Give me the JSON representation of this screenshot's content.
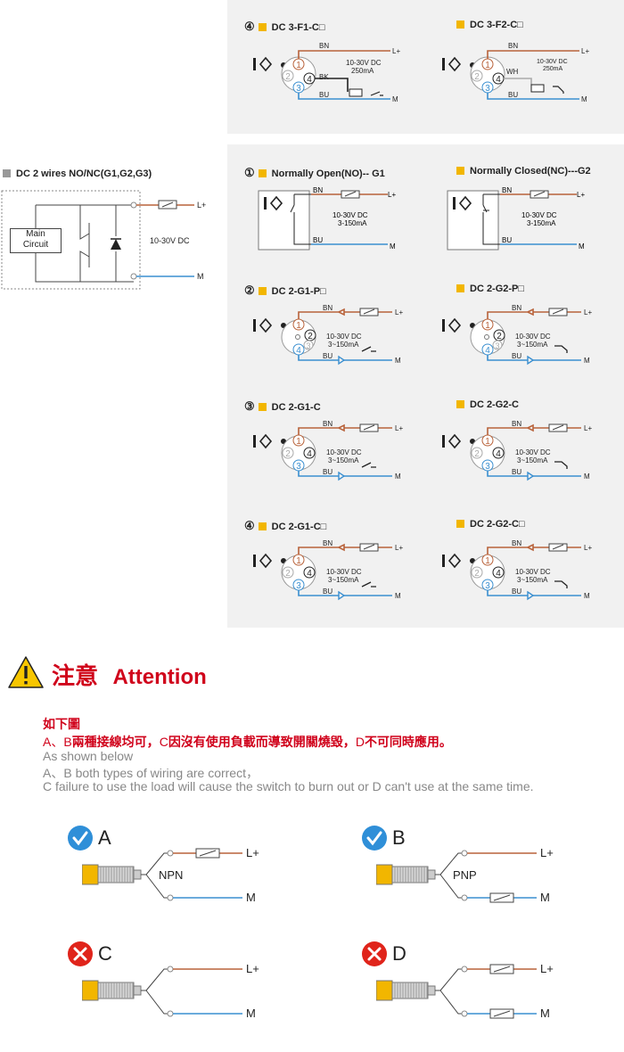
{
  "top_panel": {
    "left": {
      "num": "④",
      "title": "DC 3-F1-C□",
      "bn": "BN",
      "bk": "BK",
      "bu": "BU",
      "lplus": "L+",
      "m": "M",
      "volt": "10-30V DC",
      "amp": "250mA"
    },
    "right": {
      "title": "DC 3-F2-C□",
      "bn": "BN",
      "wh": "WH",
      "bu": "BU",
      "lplus": "L+",
      "m": "M",
      "volt": "10-30V DC",
      "amp": "250mA"
    }
  },
  "left_block": {
    "title": "DC 2 wires NO/NC(G1,G2,G3)",
    "main": "Main",
    "circuit": "Circuit",
    "volt": "10-30V DC",
    "lplus": "L+",
    "m": "M"
  },
  "g1": {
    "num": "①",
    "left_title": "Normally Open(NO)-- G1",
    "right_title": "Normally Closed(NC)---G2",
    "bn": "BN",
    "bu": "BU",
    "lplus": "L+",
    "m": "M",
    "volt": "10-30V DC",
    "amp": "3-150mA"
  },
  "rows": [
    {
      "num": "②",
      "left_title": "DC 2-G1-P□",
      "right_title": "DC 2-G2-P□",
      "bn": "BN",
      "bu": "BU",
      "lplus": "L+",
      "m": "M",
      "volt": "10-30V DC",
      "amp": "3~150mA"
    },
    {
      "num": "③",
      "left_title": "DC 2-G1-C",
      "right_title": "DC 2-G2-C",
      "bn": "BN",
      "bu": "BU",
      "lplus": "L+",
      "m": "M",
      "volt": "10-30V DC",
      "amp": "3~150mA"
    },
    {
      "num": "④",
      "left_title": "DC 2-G1-C□",
      "right_title": "DC 2-G2-C□",
      "bn": "BN",
      "bu": "BU",
      "lplus": "L+",
      "m": "M",
      "volt": "10-30V DC",
      "amp": "3~150mA"
    }
  ],
  "pins": {
    "p1": "1",
    "p2": "2",
    "p3": "3",
    "p4": "4"
  },
  "attention": {
    "zh": "注意",
    "en": "Attention",
    "line1": "如下圖",
    "line2_a": "A、B",
    "line2_b": "兩種接線均可，",
    "line2_c": "C",
    "line2_d": "因沒有使用負載而導致開關燒毀，",
    "line2_e": "D",
    "line2_f": "不可同時應用。",
    "en1": "As shown below",
    "en2": "A、B both types of wiring are correct，",
    "en3": "C failure to use the load will cause the switch to burn out or D can't use at the same time."
  },
  "examples": [
    {
      "letter": "A",
      "type": "NPN",
      "lplus": "L+",
      "m": "M"
    },
    {
      "letter": "B",
      "type": "PNP",
      "lplus": "L+",
      "m": "M"
    },
    {
      "letter": "C",
      "lplus": "L+",
      "m": "M"
    },
    {
      "letter": "D",
      "lplus": "L+",
      "m": "M"
    }
  ],
  "colors": {
    "brown": "#b8623a",
    "blue": "#3a8fd0",
    "check": "#2f8fd8",
    "cross": "#e0241b",
    "yellow": "#f2b600",
    "red": "#d0021b"
  }
}
